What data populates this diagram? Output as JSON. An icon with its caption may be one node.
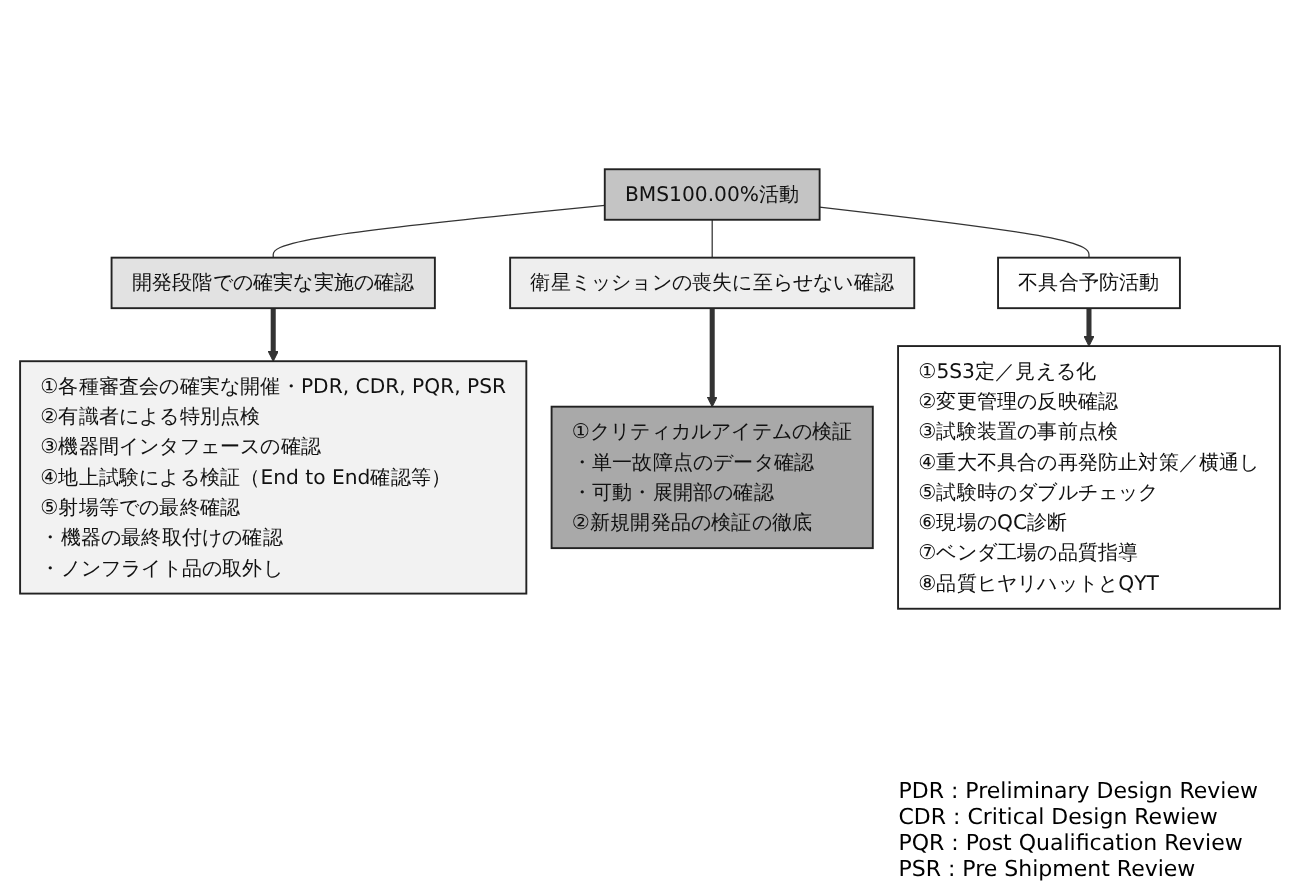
{
  "diagram": {
    "nodes": [
      {
        "text": [
          "BMS100.00%活動"
        ]
      },
      {
        "text": [
          "開発段階での確実な実施の確認"
        ]
      },
      {
        "text": [
          "衛星ミッションの喪失に至らせない確認"
        ]
      },
      {
        "text": [
          "不具合予防活動"
        ]
      },
      {
        "text": [
          "①各種審査会の確実な開催・PDR, CDR, PQR, PSR",
          "②有識者による特別点検",
          "③機器間インタフェースの確認",
          "④地上試験による検証（End to End確認等）",
          "⑤射場等での最終確認",
          "・機器の最終取付けの確認",
          "・ノンフライト品の取外し"
        ]
      },
      {
        "text": [
          "①クリティカルアイテムの検証",
          "・単一故障点のデータ確認",
          "・可動・展開部の確認",
          "②新規開発品の検証の徹底"
        ]
      },
      {
        "text": [
          "①5S3定／見える化",
          "②変更管理の反映確認",
          "③試験装置の事前点検",
          "④重大不具合の再発防止対策／横通し",
          "⑤試験時のダブルチェック",
          "⑥現場のQC診断",
          "⑦ベンダ工場の品質指導",
          "⑧品質ヒヤリハットとQYT"
        ]
      }
    ],
    "edges": [
      {
        "from": 0,
        "to": 1,
        "arrow": "none"
      },
      {
        "from": 0,
        "to": 2,
        "arrow": "none"
      },
      {
        "from": 0,
        "to": 3,
        "arrow": "none"
      },
      {
        "from": 1,
        "to": 4,
        "arrow": "to",
        "style": "thick"
      },
      {
        "from": 2,
        "to": 5,
        "arrow": "to",
        "style": "thick"
      },
      {
        "from": 3,
        "to": 6,
        "arrow": "to",
        "style": "thick"
      }
    ],
    "labels": [
      "PDR : Preliminary Design Review",
      "CDR : Critical Design Rewiew",
      "PQR : Post Qualification Review",
      "PSR : Pre Shipment Review"
    ]
  }
}
